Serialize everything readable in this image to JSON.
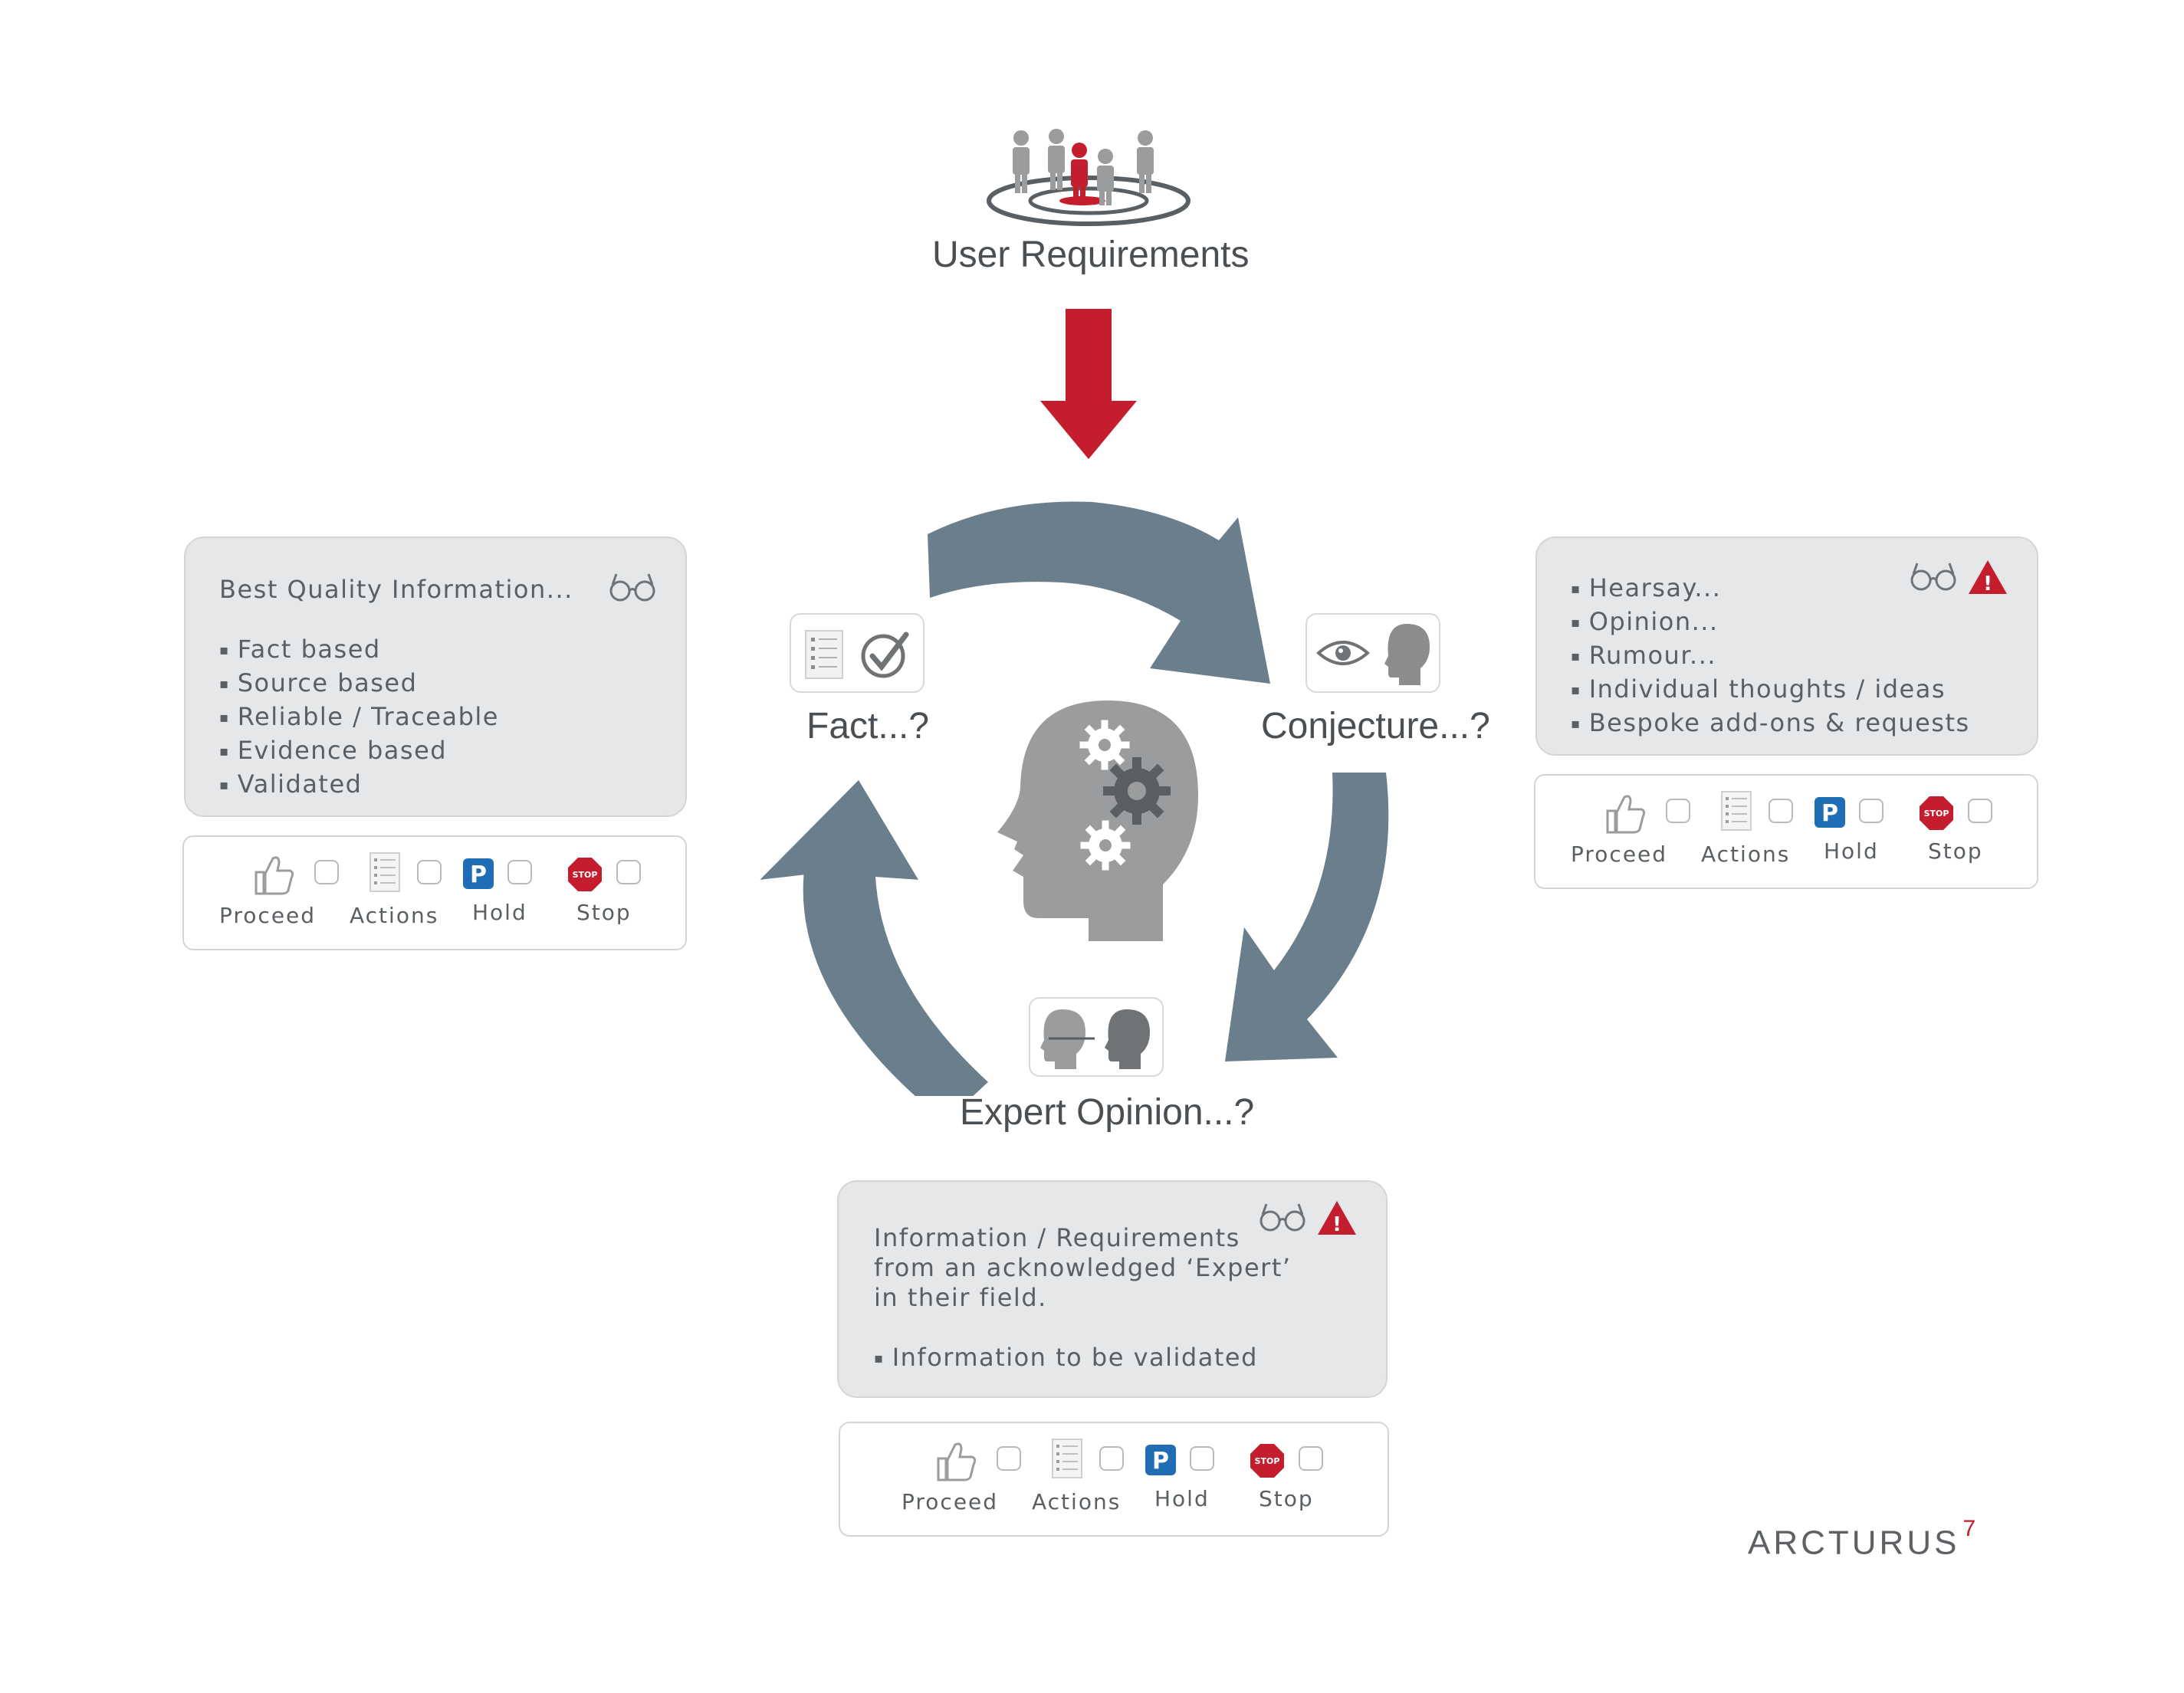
{
  "header": {
    "title": "User Requirements"
  },
  "nodes": {
    "fact": "Fact...?",
    "conjecture": "Conjecture...?",
    "expert": "Expert Opinion...?"
  },
  "fact_panel": {
    "heading": "Best Quality Information...",
    "items": [
      "Fact based",
      "Source based",
      "Reliable / Traceable",
      "Evidence based",
      "Validated"
    ]
  },
  "conjecture_panel": {
    "items": [
      "Hearsay...",
      "Opinion...",
      "Rumour...",
      "Individual thoughts / ideas",
      "Bespoke add-ons & requests"
    ]
  },
  "expert_panel": {
    "lines": [
      "Information / Requirements",
      "from an acknowledged ‘Expert’",
      "in their field."
    ],
    "item": "Information to be validated"
  },
  "actions": {
    "proceed": "Proceed",
    "actions": "Actions",
    "hold": "Hold",
    "stop": "Stop",
    "stop_sign": "STOP",
    "parking": "P"
  },
  "alert_symbol": "!",
  "brand": {
    "name": "ARCTURUS",
    "mark": "7"
  },
  "colors": {
    "accent_red": "#c41e2e",
    "arrow_slate": "#6a7e8c",
    "icon_gray": "#9a9c9e",
    "hold_blue": "#1f6db5",
    "panel_bg": "#e6e7e8"
  }
}
